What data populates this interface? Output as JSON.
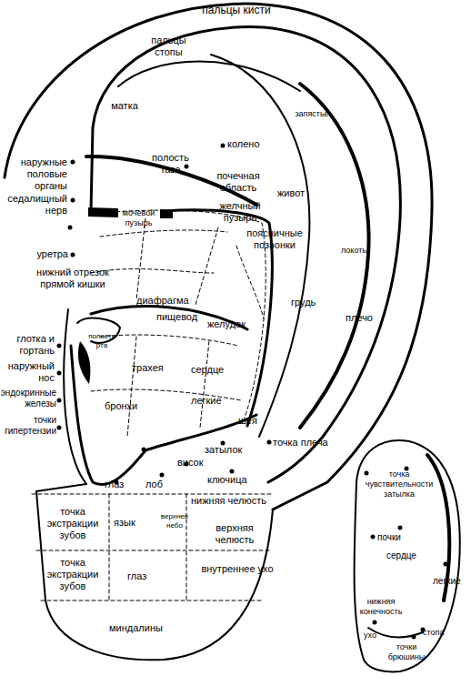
{
  "diagram": {
    "labels": [
      "пальцы кисти",
      "пальцы стопы",
      "матка",
      "запястье",
      "колено",
      "наружные половые органы",
      "полость таза",
      "почечная область",
      "живот",
      "седалищный нерв",
      "мочевой пузырь",
      "желчный пузырь",
      "поясничные позвонки",
      "уретра",
      "локоть",
      "нижний отрезок прямой кишки",
      "грудь",
      "плечо",
      "диафрагма",
      "пищевод",
      "желудок",
      "глотка и гортань",
      "полость рта",
      "наружный нос",
      "трахея",
      "сердце",
      "эндокринные железы",
      "бронхи",
      "легкие",
      "шея",
      "точки гипертензии",
      "точка плеча",
      "затылок",
      "висок",
      "глаз",
      "лоб",
      "ключица",
      "нижняя челюсть",
      "точка экстракции зубов",
      "язык",
      "верхнее небо",
      "верхняя челюсть",
      "точка экстракции зубов",
      "глаз",
      "внутреннее ухо",
      "миндалины",
      "точка чувствительности затылка",
      "почки",
      "сердце",
      "легкие",
      "нижняя конечность",
      "ухо",
      "стопа",
      "точки брюшины"
    ]
  }
}
